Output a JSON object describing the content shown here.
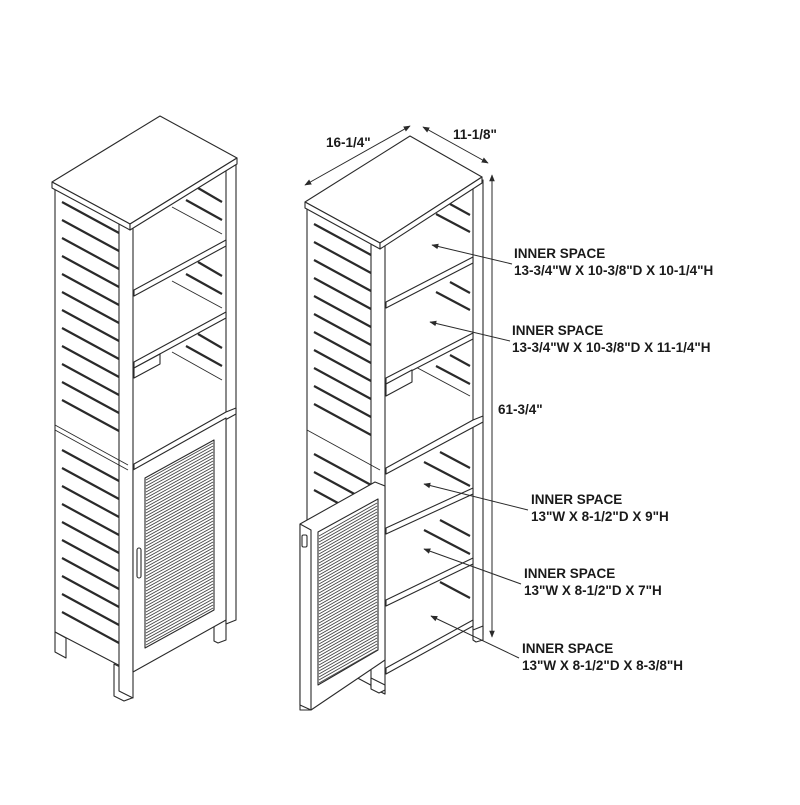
{
  "diagram": {
    "subject": "Tall bathroom linen tower cabinet, two isometric line drawings",
    "views": [
      {
        "name": "closed-view",
        "description": "Cabinet with door closed"
      },
      {
        "name": "open-view",
        "description": "Cabinet with door open and dimension callouts"
      }
    ],
    "colors": {
      "line": "#2a2a2a",
      "background": "#ffffff",
      "text": "#1a1a1a"
    }
  },
  "dimensions": {
    "width": "16-1/4\"",
    "depth": "11-1/8\"",
    "height": "61-3/4\""
  },
  "inner_spaces": [
    {
      "title": "INNER SPACE",
      "size": "13-3/4\"W X 10-3/8\"D X 10-1/4\"H"
    },
    {
      "title": "INNER SPACE",
      "size": "13-3/4\"W X 10-3/8\"D X 11-1/4\"H"
    },
    {
      "title": "INNER SPACE",
      "size": "13\"W X 8-1/2\"D X 9\"H"
    },
    {
      "title": "INNER SPACE",
      "size": "13\"W X 8-1/2\"D X 7\"H"
    },
    {
      "title": "INNER SPACE",
      "size": "13\"W X 8-1/2\"D X 8-3/8\"H"
    }
  ]
}
